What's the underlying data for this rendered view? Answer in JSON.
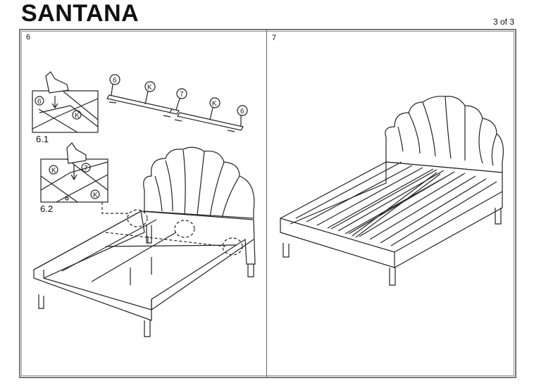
{
  "header": {
    "title": "SANTANA",
    "page": "3 of 3"
  },
  "steps": [
    {
      "number": "6",
      "substeps": [
        "6.1",
        "6.2"
      ],
      "part_labels": [
        "6",
        "K",
        "7",
        "K",
        "6"
      ]
    },
    {
      "number": "7"
    }
  ]
}
